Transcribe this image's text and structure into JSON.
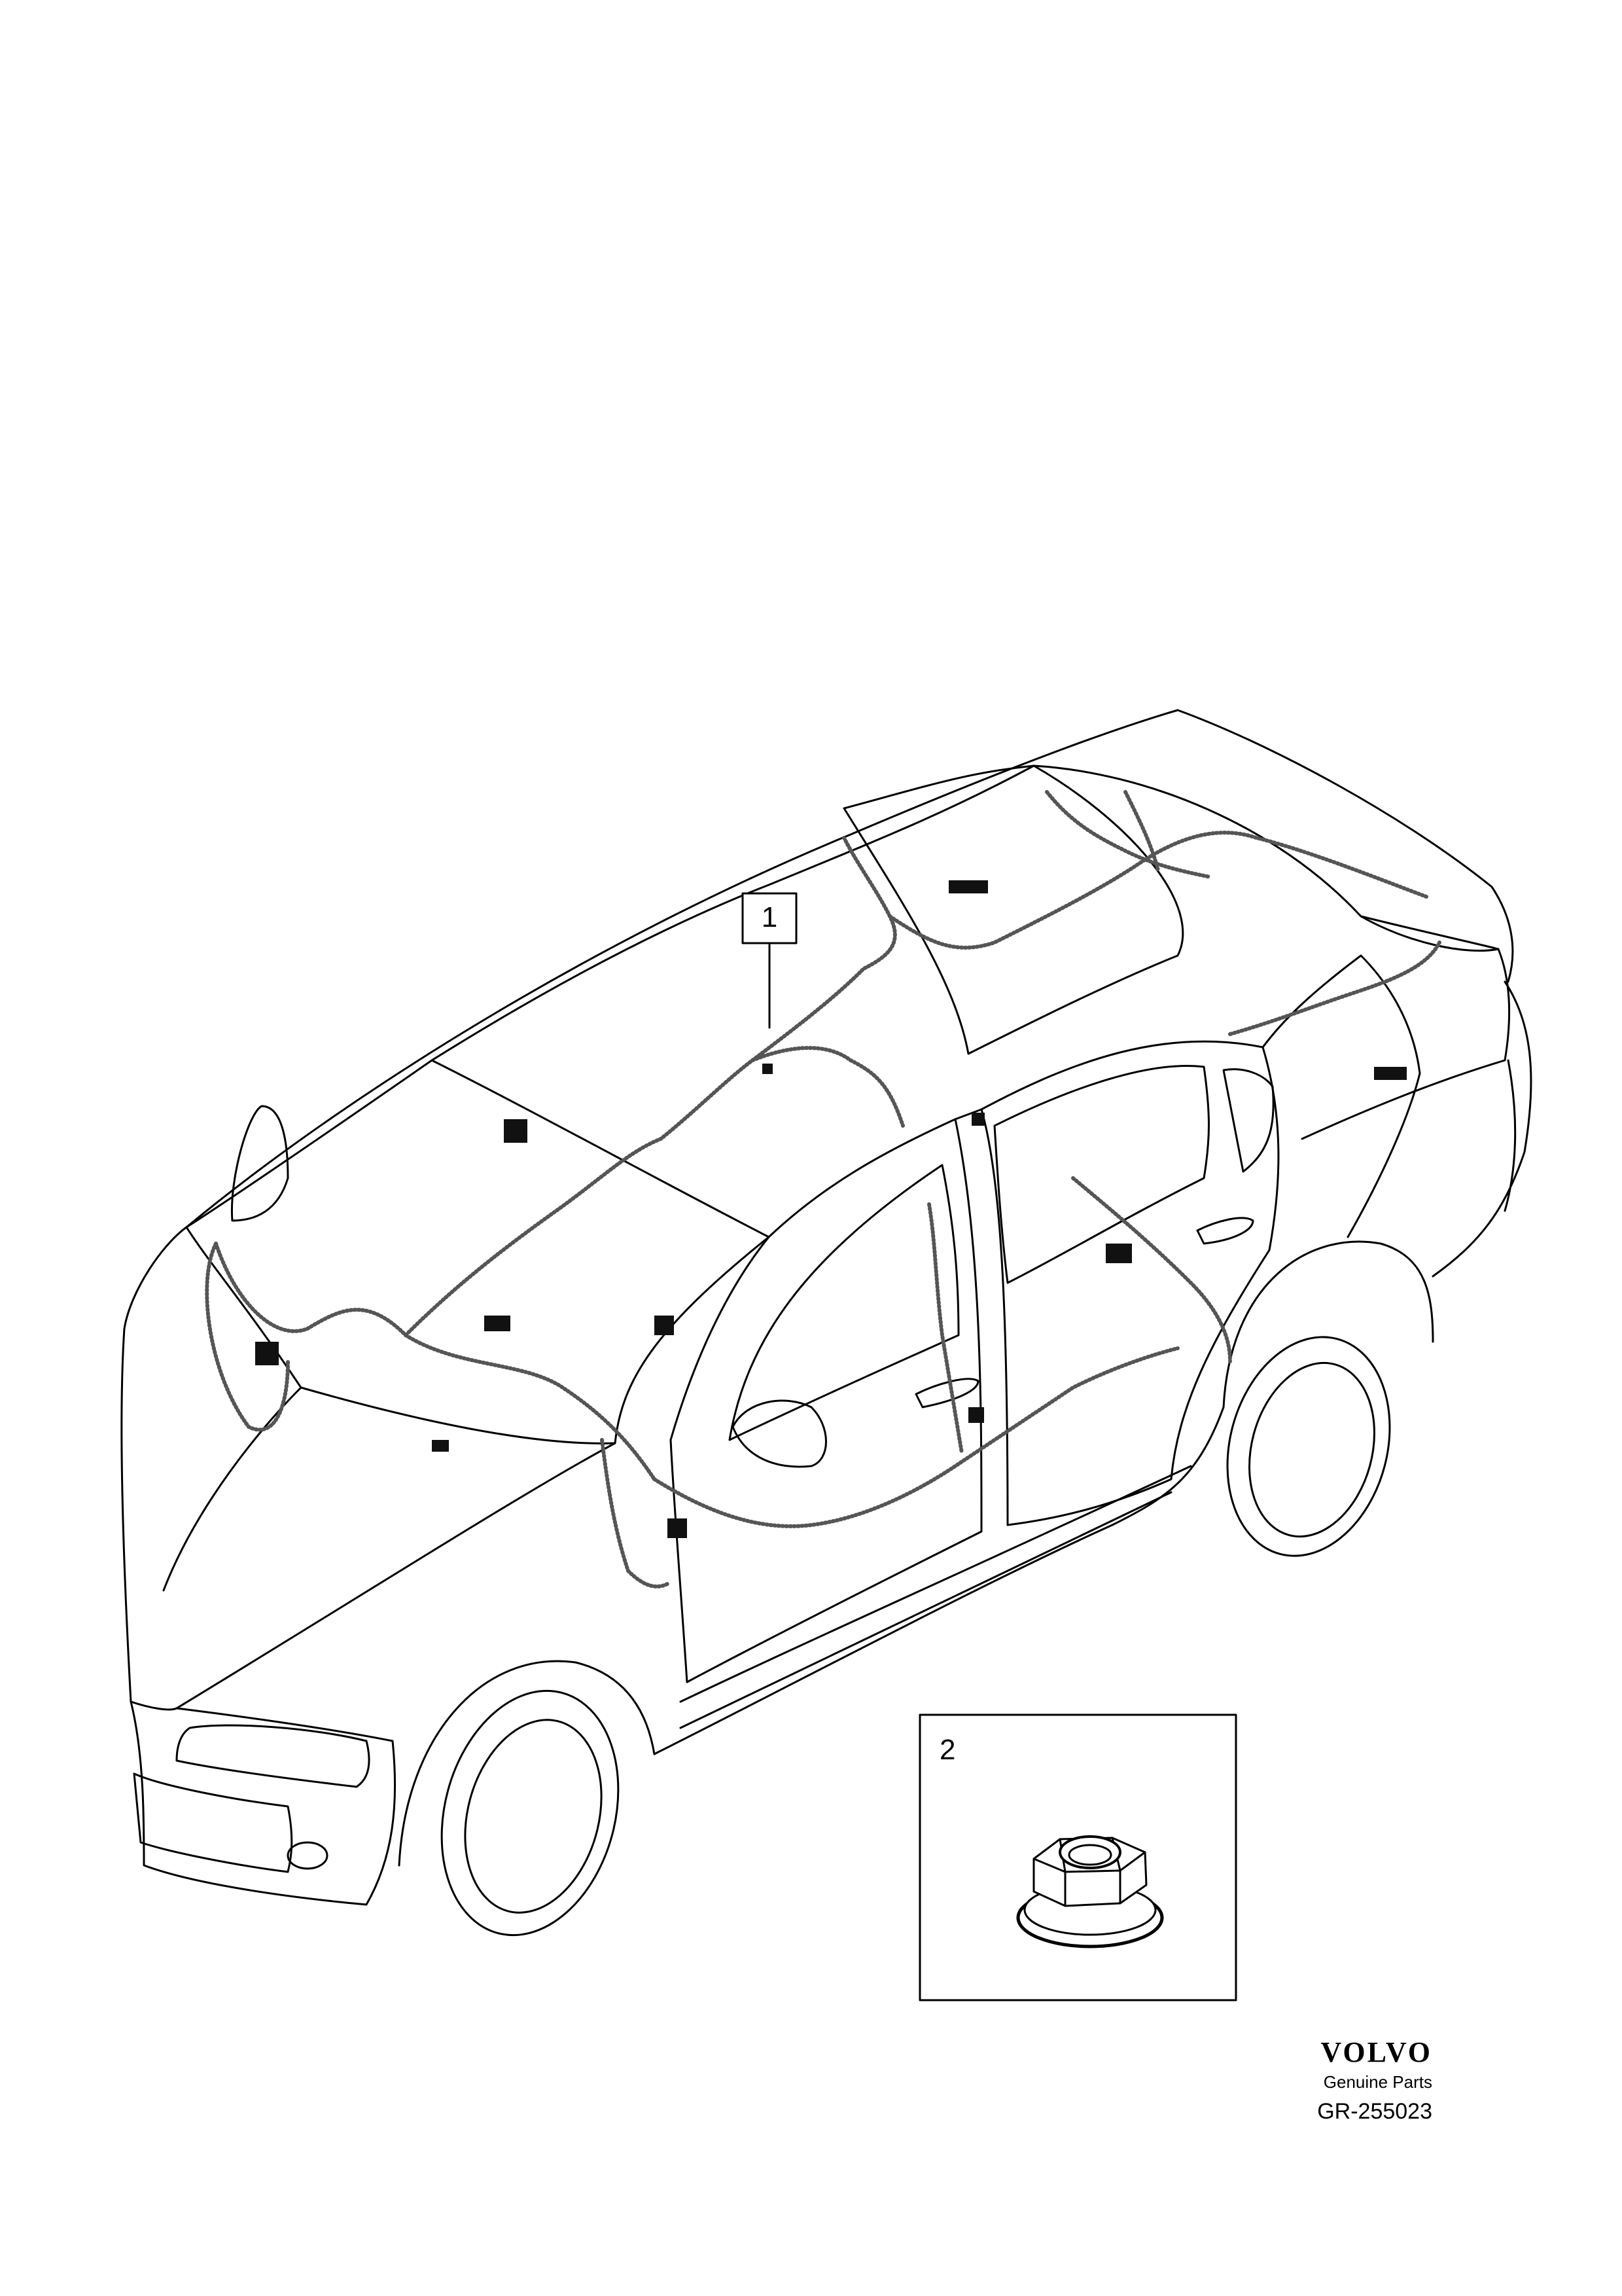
{
  "callouts": [
    {
      "label": "1",
      "part": "wiring-harness"
    },
    {
      "label": "2",
      "part": "flange-nut"
    }
  ],
  "branding": {
    "logo": "VOLVO",
    "tagline": "Genuine Parts",
    "drawing_number": "GR-255023"
  },
  "colors": {
    "line": "#000000",
    "harness": "#555555",
    "background": "#ffffff"
  }
}
